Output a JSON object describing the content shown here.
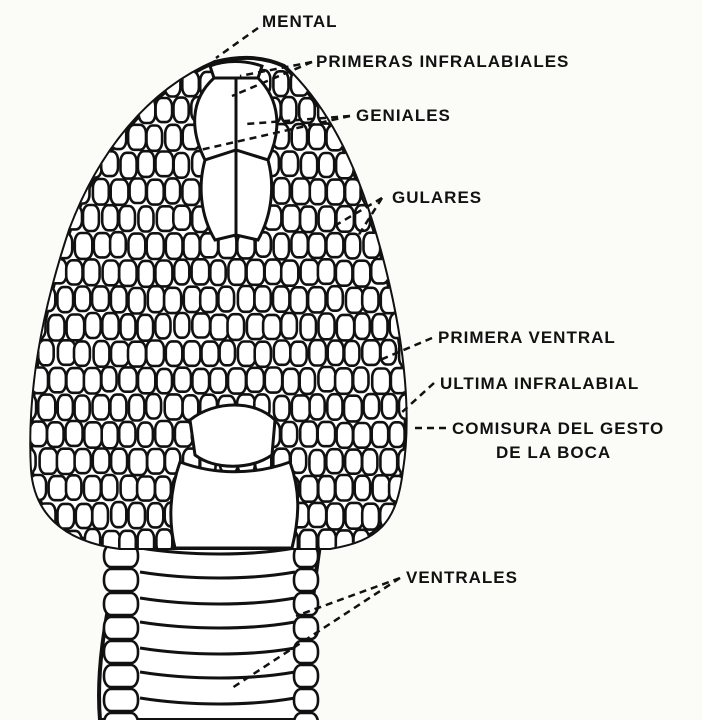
{
  "labels": {
    "mental": "MENTAL",
    "primeras_infralabiales": "PRIMERAS INFRALABIALES",
    "geniales": "GENIALES",
    "gulares": "GULARES",
    "primera_ventral": "PRIMERA VENTRAL",
    "ultima_infralabial": "ULTIMA INFRALABIAL",
    "comisura_line1": "COMISURA DEL GESTO",
    "comisura_line2": "DE LA BOCA",
    "ventrales": "VENTRALES"
  },
  "colors": {
    "ink": "#111111",
    "paper": "#fbfbf8"
  }
}
